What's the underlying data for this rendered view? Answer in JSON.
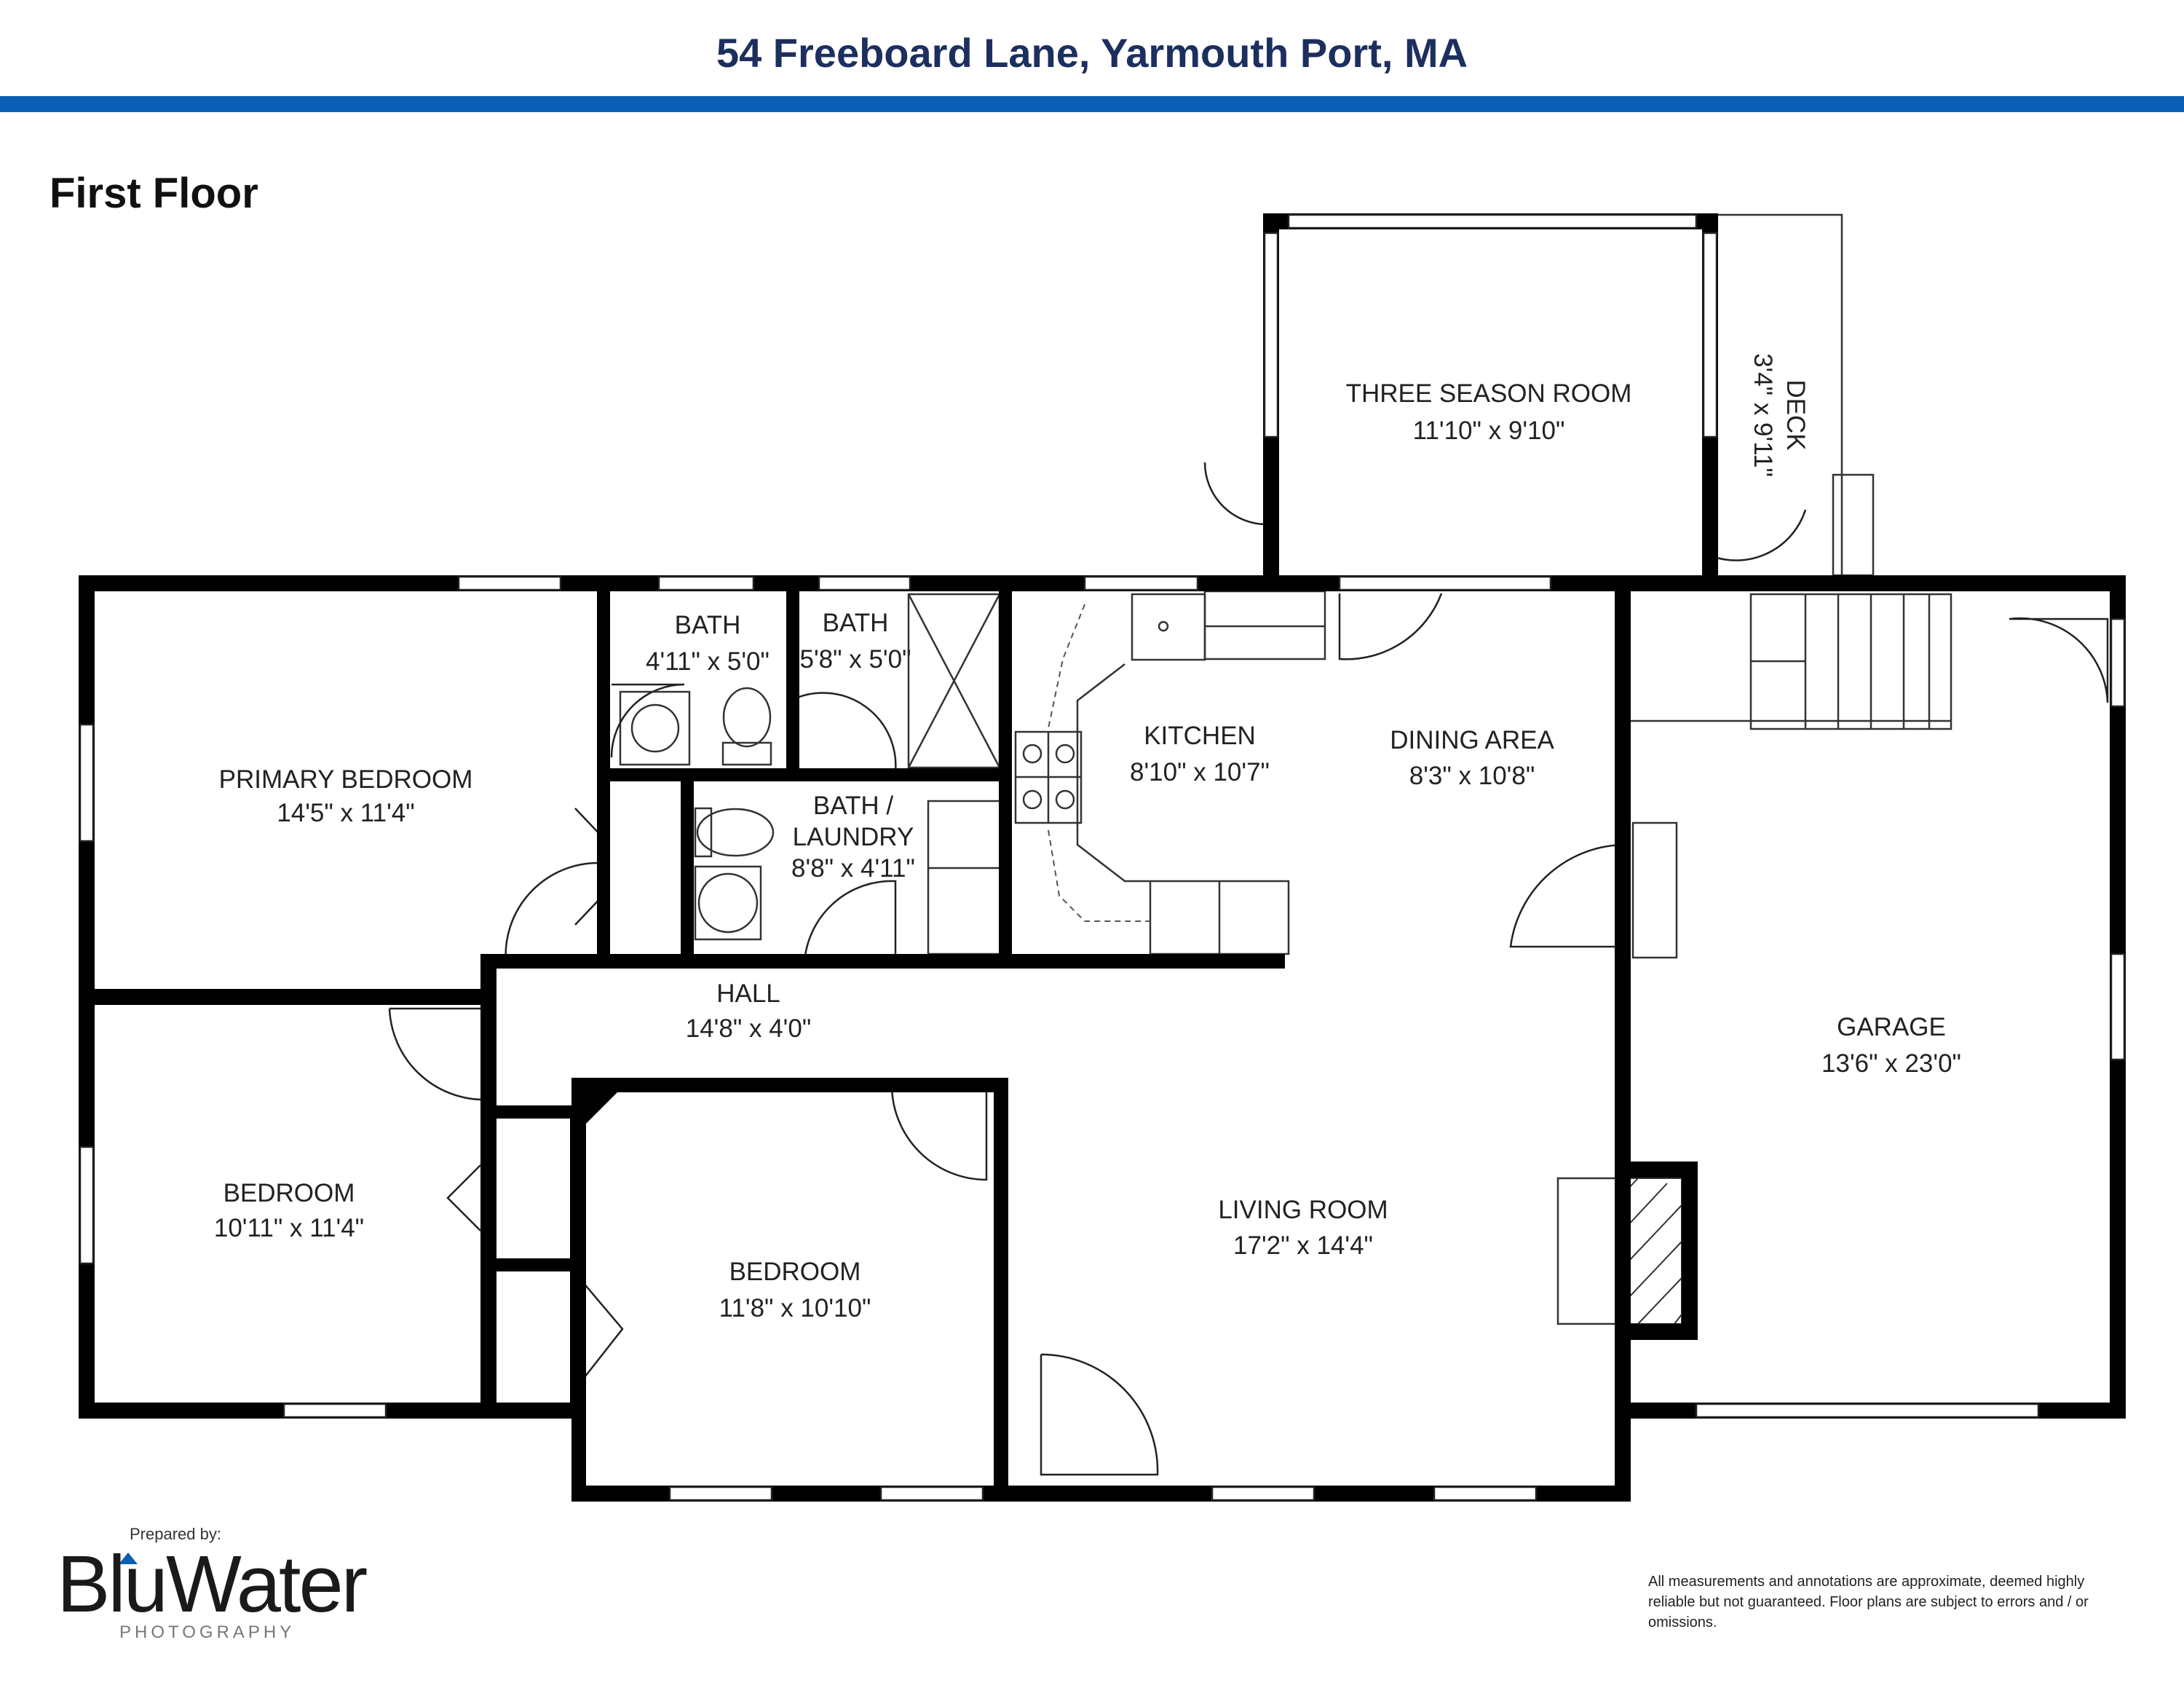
{
  "header": {
    "title": "54 Freeboard Lane, Yarmouth Port, MA",
    "accent_color": "#0a5fb4",
    "title_color": "#1c2f5e"
  },
  "floor": {
    "label": "First Floor"
  },
  "rooms": {
    "three_season": {
      "name": "THREE SEASON ROOM",
      "size": "11'10\" x 9'10\""
    },
    "deck": {
      "name": "DECK",
      "size": "3'4\" x 9'11\""
    },
    "primary_bedroom": {
      "name": "PRIMARY BEDROOM",
      "size": "14'5\" x 11'4\""
    },
    "bath_1": {
      "name": "BATH",
      "size": "4'11\" x 5'0\""
    },
    "bath_2": {
      "name": "BATH",
      "size": "5'8\" x 5'0\""
    },
    "bath_laundry": {
      "name_line1": "BATH /",
      "name_line2": "LAUNDRY",
      "size": "8'8\" x 4'11\""
    },
    "kitchen": {
      "name": "KITCHEN",
      "size": "8'10\" x 10'7\""
    },
    "dining": {
      "name": "DINING AREA",
      "size": "8'3\" x 10'8\""
    },
    "hall": {
      "name": "HALL",
      "size": "14'8\" x 4'0\""
    },
    "garage": {
      "name": "GARAGE",
      "size": "13'6\" x 23'0\""
    },
    "bedroom_west": {
      "name": "BEDROOM",
      "size": "10'11\" x 11'4\""
    },
    "bedroom_south": {
      "name": "BEDROOM",
      "size": "11'8\" x 10'10\""
    },
    "living": {
      "name": "LIVING ROOM",
      "size": "17'2\" x 14'4\""
    }
  },
  "footer": {
    "prepared_by": "Prepared by:",
    "brand": "BluWater",
    "brand_sub": "PHOTOGRAPHY",
    "disclaimer": "All measurements and annotations are approximate, deemed highly reliable but not guaranteed. Floor plans are subject to errors and / or omissions."
  }
}
